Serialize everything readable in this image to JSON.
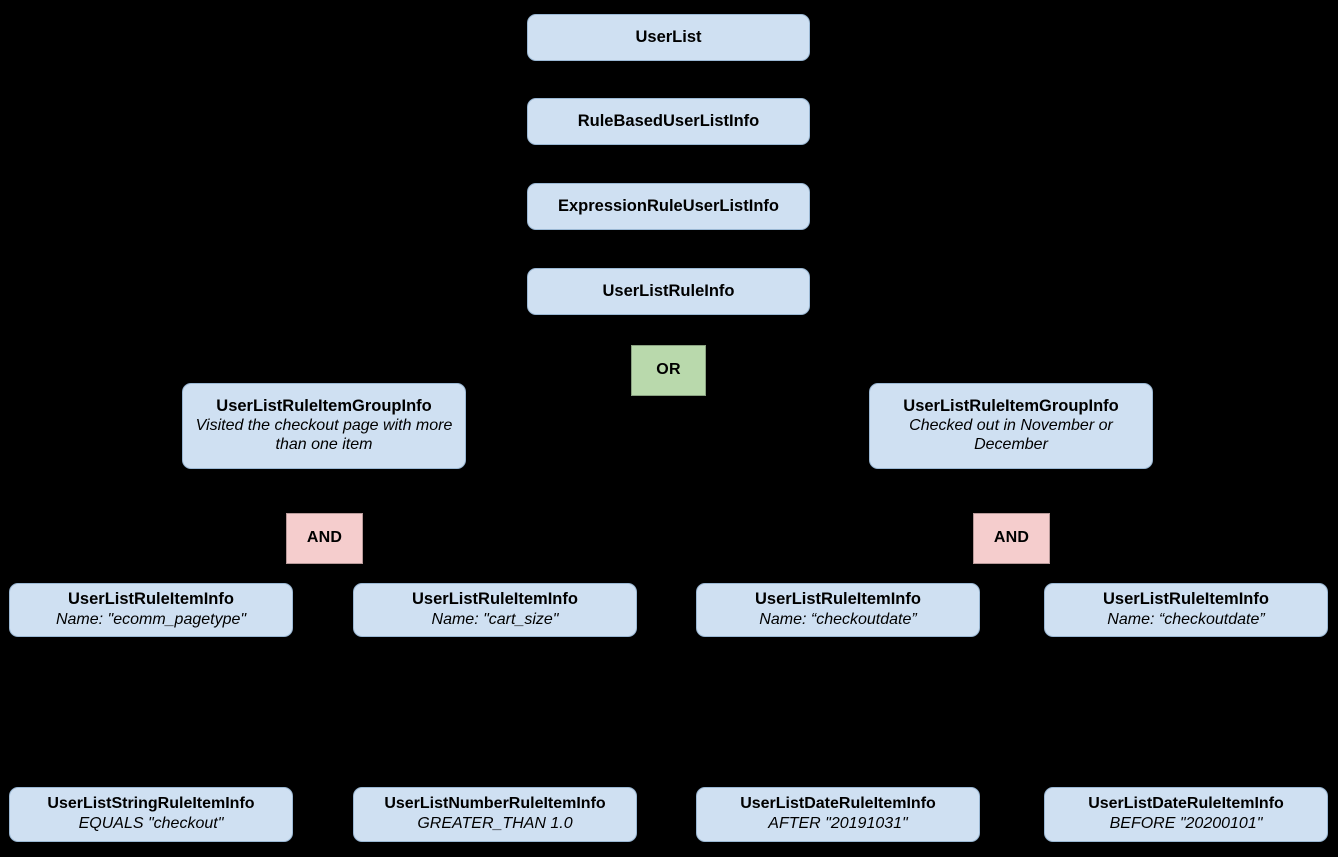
{
  "diagram": {
    "type": "tree",
    "background_color": "#000000",
    "node_fill_color": "#cfe0f2",
    "or_operator_color": "#b9d9ac",
    "and_operator_color": "#f5cdcd",
    "edge_color": "#000000"
  },
  "nodes": {
    "user_list": {
      "title": "UserList"
    },
    "rule_based_user_list_info": {
      "title": "RuleBasedUserListInfo"
    },
    "expression_rule_user_list_info": {
      "title": "ExpressionRuleUserListInfo"
    },
    "user_list_rule_info": {
      "title": "UserListRuleInfo"
    },
    "or_operator": {
      "label": "OR"
    },
    "group_left": {
      "title": "UserListRuleItemGroupInfo",
      "subtitle": "Visited the checkout page with more than one item"
    },
    "group_right": {
      "title": "UserListRuleItemGroupInfo",
      "subtitle": "Checked out in November or December"
    },
    "and_operator_left": {
      "label": "AND"
    },
    "and_operator_right": {
      "label": "AND"
    },
    "rule_item_1": {
      "title": "UserListRuleItemInfo",
      "subtitle": "Name: \"ecomm_pagetype\""
    },
    "rule_item_2": {
      "title": "UserListRuleItemInfo",
      "subtitle": "Name: \"cart_size\""
    },
    "rule_item_3": {
      "title": "UserListRuleItemInfo",
      "subtitle": "Name: “checkoutdate”"
    },
    "rule_item_4": {
      "title": "UserListRuleItemInfo",
      "subtitle": "Name: “checkoutdate”"
    },
    "leaf_1": {
      "title": "UserListStringRuleItemInfo",
      "subtitle": "EQUALS \"checkout\""
    },
    "leaf_2": {
      "title": "UserListNumberRuleItemInfo",
      "subtitle": "GREATER_THAN 1.0"
    },
    "leaf_3": {
      "title": "UserListDateRuleItemInfo",
      "subtitle": "AFTER \"20191031\""
    },
    "leaf_4": {
      "title": "UserListDateRuleItemInfo",
      "subtitle": "BEFORE \"20200101\""
    }
  }
}
